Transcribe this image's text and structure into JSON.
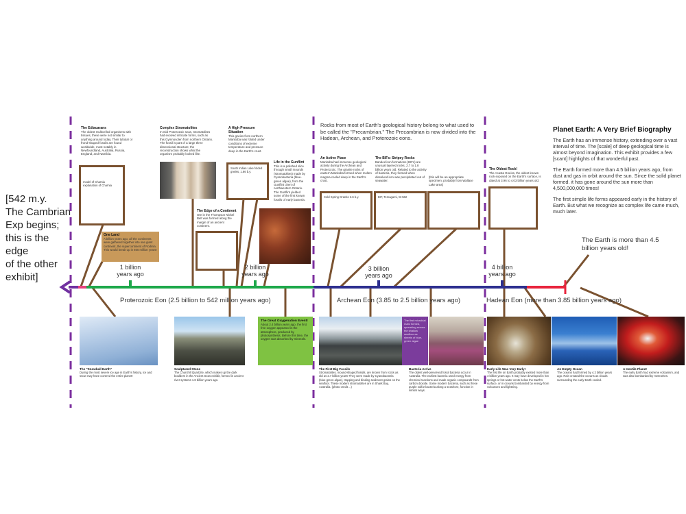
{
  "left_note": "[542 m.y.\nThe Cambrian\nExp begins;\nthis is the edge\nof the other\nexhibit]",
  "title": "Planet Earth: A  Very Brief Biography",
  "intro": [
    "The Earth has an immense history, extending over a vast interval of time. The [scale] of deep geological time is almost beyond imagination. This exhibit provides a few [scant] highlights of that wonderful past.",
    "The Earth formed more than 4.5 billion years ago, from dust and gas in orbit around the sun. Since the solid planet formed. it has gone around the sun more than 4,500,000,000 times!",
    "The first simple life forms appeared early in the history of Earth. But what we recognize as complex life came much, much later."
  ],
  "precambrian_note": "Rocks from most of Earth's geological history belong to what used to be called the \"Precambrian.\" The Precambrian is now divided into the Hadean, Archean, and Proterozoic eons.",
  "age_note": "The Earth is more than 4.5 billion years old!",
  "ticks": {
    "one": "1 billion\nyears ago",
    "two": "2 billion\nyears ago",
    "three": "3 billion\nyears ago",
    "four": "4 billion\nyears ago"
  },
  "eons": {
    "proterozoic": "Proterozoic Eon (2.5 billion to 542 million years ago)",
    "archean": "Archean Eon (3.85 to 2.5 billion years ago)",
    "hadean": "Hadean Eon (more than 3.85 billion years ago)"
  },
  "top_blocks": {
    "ediacarans": {
      "title": "The Ediacarans",
      "text": "The oldest multicelled organisms with tissues, these were not similar to anything around today. Their tubular or frond-shaped fossils are found worldwide, most notably in Newfoundland, Australia, Russia, England, and Namibia."
    },
    "stromatolites": {
      "title": "Complex Stromatolites",
      "text": "In mid Proterozoic seas, stromatolites had evolved intricate forms, such as this Gymnosolen from northern Ontario. The fossil is part of a large three dimensional structure; the reconstruction shows what the organism probably looked like."
    },
    "pressure": {
      "title": "A High Pressure Situation",
      "text": "This gneiss from northern Manitoba was folded under conditions of extreme temperature and pressure deep in the Earth's crust."
    },
    "gunflint": {
      "title": "Life in the Gunflint",
      "text": "This is a polished slice through small mounds (stromatolites) made by Cyanobacteria (blue-green algae), from the Gunflint chert of northwestern Ontario. The Gunflint yielded some of the first known fossils of early bacteria."
    },
    "edge": {
      "title": "The Edge of a Continent",
      "text": "Ore in the Thompson Nickel Belt was formed along the margin of an ancient continent."
    },
    "active": {
      "title": "An Active Place",
      "text": "Manitoba had immense geological activity during the Archean and Proterozoic. The granite rocks of eastern Manitoba formed when molten magma cooled deep in the Earth's crust."
    },
    "bif": {
      "title": "The BIFs: Stripey Rocks",
      "text": "Banded iron formations (BIFs) are unusual layered rocks, 2.7 to 1.8 billion years old. Related to the activity of bacteria, they formed when dissolved iron was precipitated out of seawater."
    },
    "oldest": {
      "title": "The Oldest Rock!",
      "text": "The Acasta Gneiss, the oldest known rock exposed on the Earth's surface, is dated at 3.96 to 4.03 billion years old."
    }
  },
  "frames": {
    "charnia": "model of Charnia\nexplanation of Charnia",
    "lake": "South Indian Lake folded gneiss, 1.86 b.y.",
    "granite": "Cold Spring Granite 2.6 b.y.",
    "temagami": "BIF, Temagami, W-562",
    "specimen": "[this will be an appropriate specimen, probably from Wallace Lake area]"
  },
  "one_land": {
    "title": "One Land",
    "text": "A billion years ago, all the continents were gathered together into one giant continent, the supercontinent of Rodinia. This would break up in 600 million years!"
  },
  "oxygenation": {
    "title": "The Great Oxygenation Event!",
    "text": "About 2.4 billion years ago, the first free oxygen appeared in the atmosphere, produced by photosynthesis. Before this time, the oxygen was absorbed by minerals."
  },
  "purple_note": "The first microbial mats formed, spreading across the shallow seafloor as sheets of blue-green algae",
  "bottom_captions": {
    "snowball": {
      "title": "The \"Snowball Earth\"",
      "text": "During the most severe ice age in Earth's history, ice and snow may have covered the entire planet!"
    },
    "sculptured": {
      "title": "Sculptured Stone",
      "text": "The Churchill Quartzite, which makes up the dark boulders in the Ancient Seas exhibit, formed in ancient river systems 1.8 billion years ago."
    },
    "fossils": {
      "title": "The First Big Fossils",
      "text": "Stromatolites, mound-shaped fossils, are known from rocks as old as 2.7 billion years! They were made by Cyanobacteria (blue-green algae), trapping and binding sediment grains on the seafloor. These modern stromatolites are in Shark Bay, Australia. (photo credit ...)"
    },
    "bacteria": {
      "title": "Bacteria Arrive",
      "text": "The oldest well-preserved fossil bacteria occur in Australia. The earliest bacteria used energy from chemical reactions and made organic compounds from carbon dioxide. Some modern bacteria, such as these purple sulfur bacteria along a seashore, function in similar ways."
    },
    "earlylife": {
      "title": "Early Life Was Very Early!",
      "text": "The first life on Earth probably existed more than 4 billion years ago. It may have developed in hot springs or hot water vents below the Earth's surface, or in oceans bombarded by energy from volcanoes and lightning."
    },
    "ocean": {
      "title": "An Empty Ocean",
      "text": "The oceans had formed by 4.2 billion years ago. Rain created the oceans as clouds surrounding the early Earth cooled."
    },
    "hostile": {
      "title": "A Hostile Planet",
      "text": "The early Earth had extreme volcanism, and was also bombarded by meteorites."
    }
  },
  "colors": {
    "frame": "#7a5230",
    "divider": "#7b2e9e",
    "proterozoic": "#1da84a",
    "archean": "#2d2f8f",
    "hadean": "#e8243c",
    "arrow": "#7030a0"
  }
}
